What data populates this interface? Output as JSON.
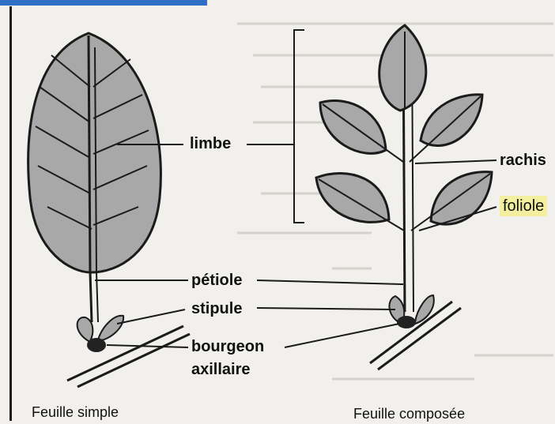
{
  "labels": {
    "limbe": "limbe",
    "petiole": "pétiole",
    "stipule": "stipule",
    "bourgeon": "bourgeon",
    "axillaire": "axillaire",
    "rachis": "rachis",
    "foliole": "foliole"
  },
  "captions": {
    "simple": "Feuille simple",
    "composee": "Feuille composée"
  },
  "colors": {
    "leaf_fill": "#a8a8a8",
    "highlight": "#f3ef9f",
    "accent_bar": "#2f6fc8"
  }
}
